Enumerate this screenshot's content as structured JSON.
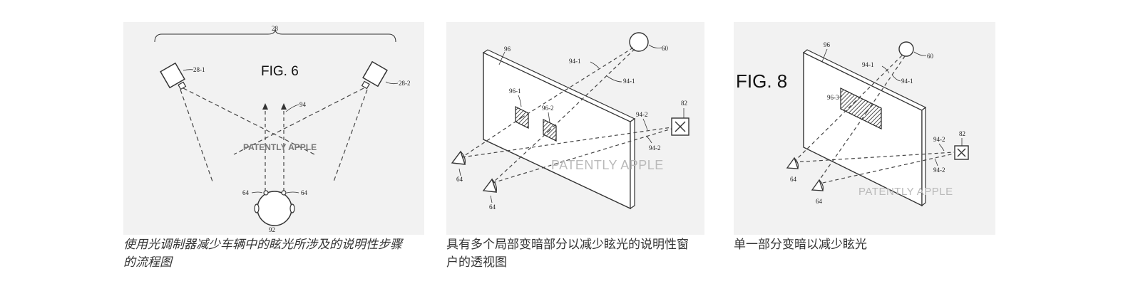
{
  "panels": [
    {
      "fig_title": "FIG. 6",
      "labels": {
        "bracket": "28",
        "cam_left": "28-1",
        "cam_right": "28-2",
        "rays": "94",
        "eye_left": "64",
        "eye_right": "64",
        "head": "92"
      },
      "watermark": "PATENTLY APPLE",
      "caption_line1": "使用光调制器减少车辆中的眩光所涉及的说明性步骤",
      "caption_line2": "的流程图"
    },
    {
      "labels": {
        "window": "96",
        "sun": "60",
        "ray_a": "94-1",
        "ray_b": "94-1",
        "dark_1": "96-1",
        "dark_2": "96-2",
        "ray_c": "94-2",
        "ray_d": "94-2",
        "sensor": "82",
        "eye_top": "64",
        "eye_bottom": "64"
      },
      "watermark": "PATENTLY APPLE",
      "caption_line1": "具有多个局部变暗部分以减少眩光的说明性窗",
      "caption_line2": "户的透视图"
    },
    {
      "fig_title": "FIG. 8",
      "labels": {
        "window": "96",
        "sun": "60",
        "ray_a": "94-1",
        "ray_b": "94-1",
        "dark": "96-3",
        "ray_c": "94-2",
        "ray_d": "94-2",
        "sensor": "82",
        "eye_top": "64",
        "eye_bottom": "64"
      },
      "watermark": "PATENTLY APPLE",
      "caption_line1": "单一部分变暗以减少眩光"
    }
  ]
}
